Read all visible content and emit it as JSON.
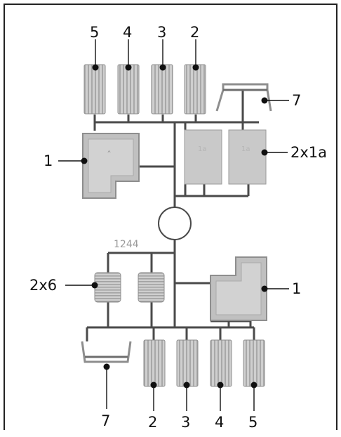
{
  "diagram": {
    "colors": {
      "frame": "#222222",
      "sprue": "#4a4a4a",
      "part_fill": "#c9c9c9",
      "part_edge": "#8e8e8e",
      "rib": "#a8a8a8",
      "leader": "#111111",
      "label": "#111111",
      "mark": "#9a9a9a"
    },
    "sprue_mark": "1244",
    "top_half": {
      "grills": [
        {
          "label": "5"
        },
        {
          "label": "4"
        },
        {
          "label": "3"
        },
        {
          "label": "2"
        }
      ],
      "bracket": {
        "label": "7"
      },
      "large_panel": {
        "label": "1"
      },
      "small_panels": {
        "label": "2x1a"
      }
    },
    "bottom_half": {
      "coils": {
        "label": "2x6"
      },
      "large_panel": {
        "label": "1"
      },
      "bracket": {
        "label": "7"
      },
      "grills": [
        {
          "label": "2"
        },
        {
          "label": "3"
        },
        {
          "label": "4"
        },
        {
          "label": "5"
        }
      ]
    }
  }
}
